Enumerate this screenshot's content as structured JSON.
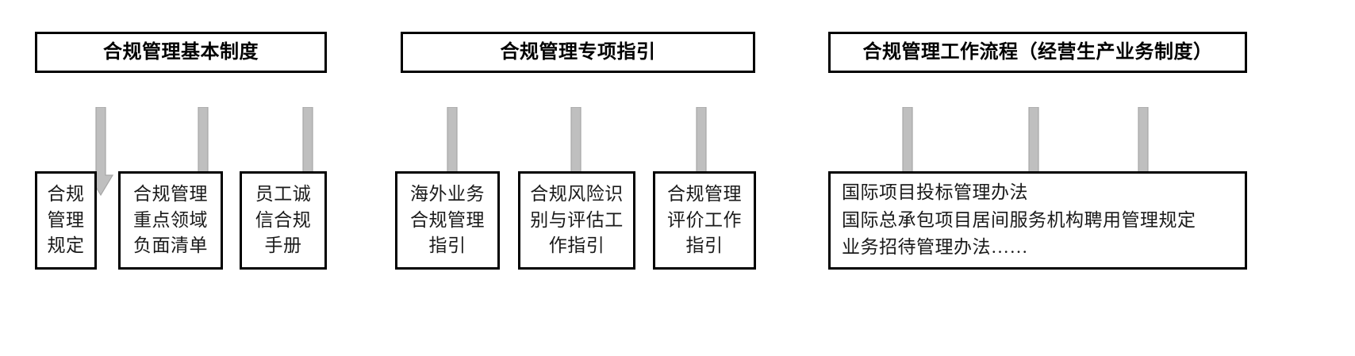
{
  "diagram": {
    "title_visible": false,
    "colors": {
      "box_border": "#000000",
      "box_fill": "#ffffff",
      "arrow_fill": "#bfbfbf",
      "arrow_stroke": "#a6a6a6",
      "text": "#000000"
    },
    "groups": [
      {
        "id": "group-basic-system",
        "header": "合规管理基本制度",
        "children": [
          {
            "id": "child-1-1",
            "text": "合规\n管理\n规定"
          },
          {
            "id": "child-1-2",
            "text": "合规管理\n重点领域\n负面清单"
          },
          {
            "id": "child-1-3",
            "text": "员工诚\n信合规\n手册"
          }
        ]
      },
      {
        "id": "group-special-guideline",
        "header": "合规管理专项指引",
        "children": [
          {
            "id": "child-2-1",
            "text": "海外业务\n合规管理\n指引"
          },
          {
            "id": "child-2-2",
            "text": "合规风险识\n别与评估工\n作指引"
          },
          {
            "id": "child-2-3",
            "text": "合规管理\n评价工作\n指引"
          }
        ]
      },
      {
        "id": "group-work-process",
        "header": "合规管理工作流程（经营生产业务制度）",
        "children": [
          {
            "id": "child-3-1",
            "text": "国际项目投标管理办法\n国际总承包项目居间服务机构聘用管理规定\n业务招待管理办法……"
          }
        ]
      }
    ],
    "arrow_count": 9,
    "icons": {
      "down_arrow": "down-arrow-icon"
    }
  }
}
